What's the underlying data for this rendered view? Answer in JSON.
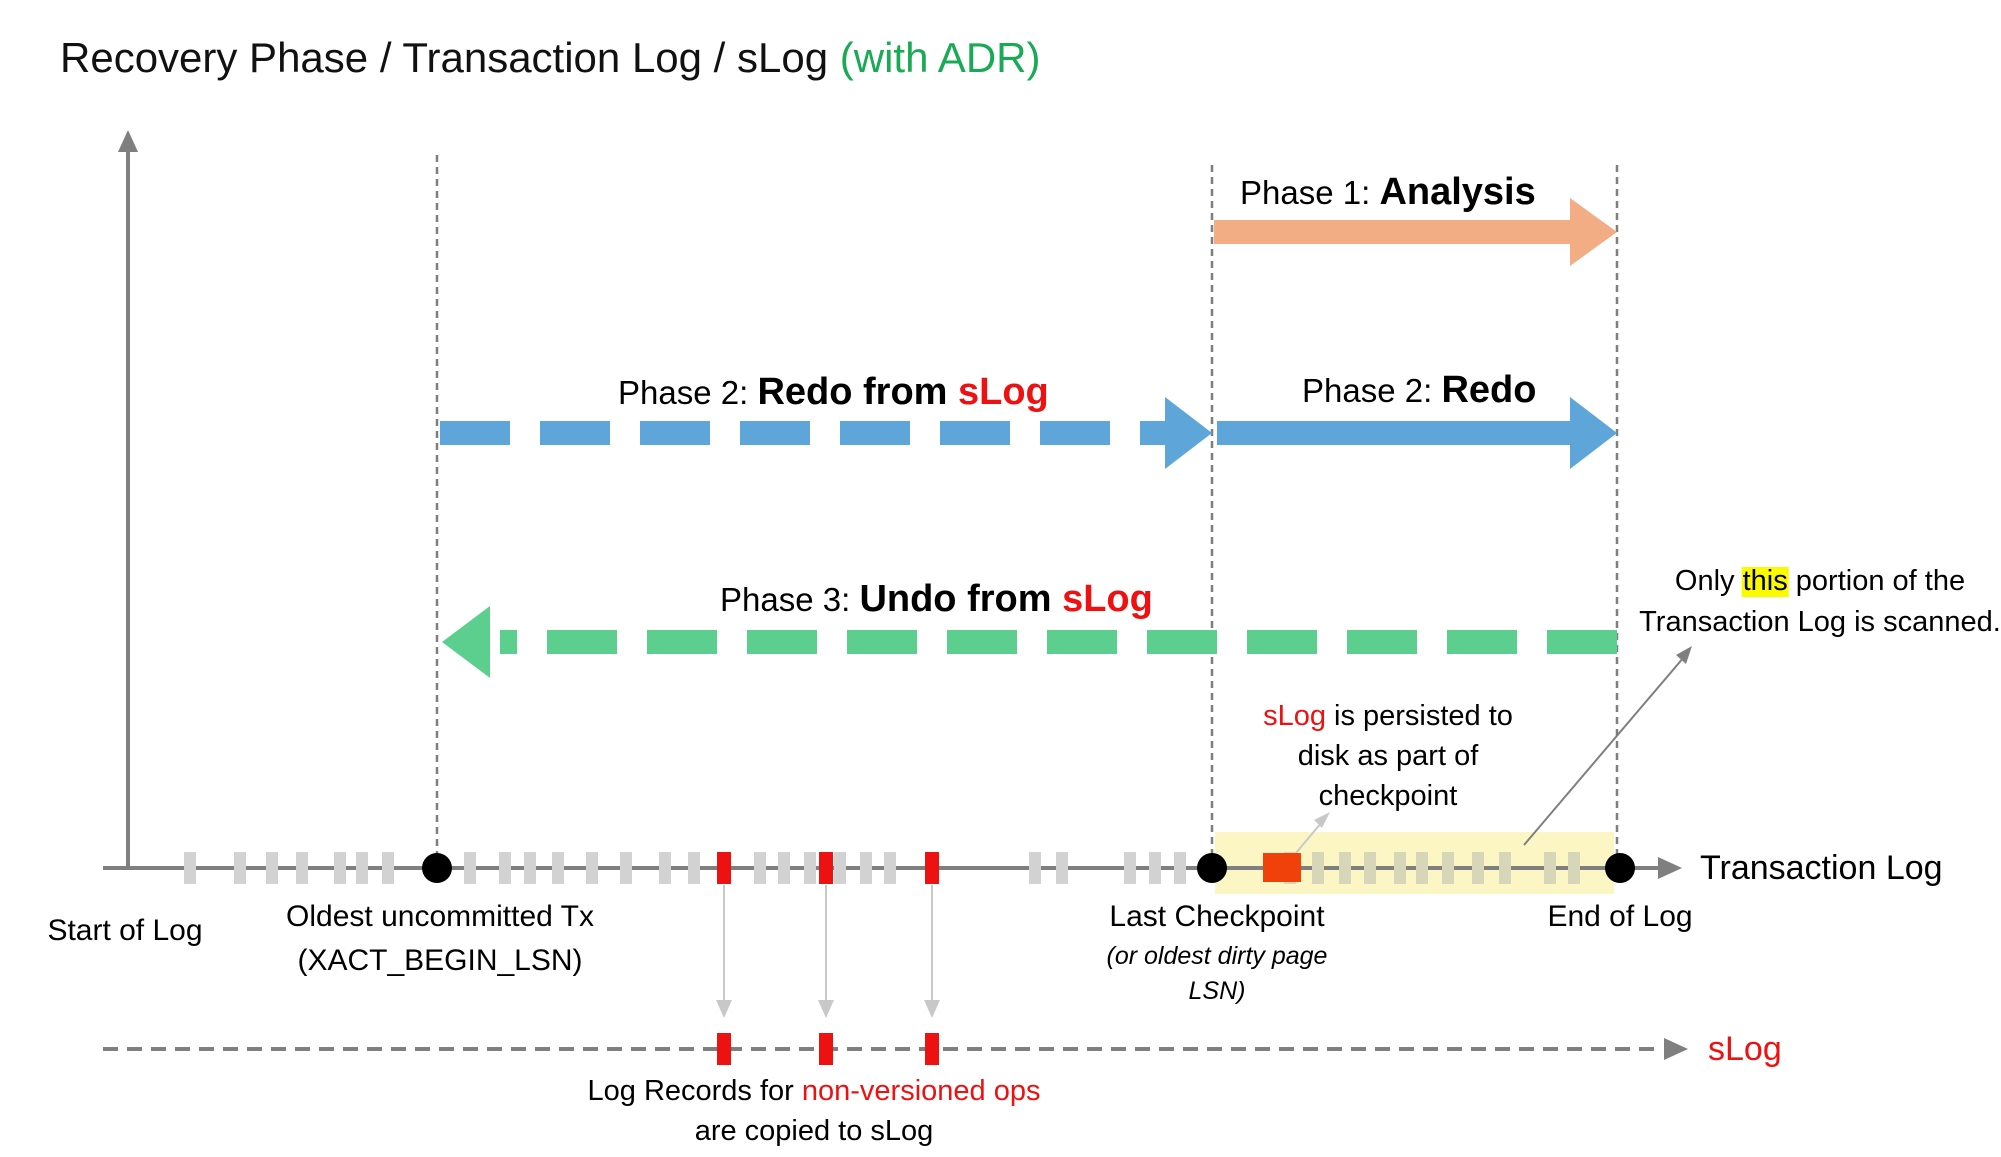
{
  "title": {
    "main": "Recovery Phase / Transaction Log / sLog ",
    "highlight": "(with ADR)",
    "highlight_color": "#1aaa55"
  },
  "phases": {
    "analysis": {
      "prefix": "Phase 1: ",
      "bold": "Analysis",
      "color": "#f2ad84"
    },
    "redo_slog": {
      "prefix": "Phase 2: ",
      "bold": "Redo from ",
      "red": "sLog",
      "color": "#5ea5da"
    },
    "redo": {
      "prefix": "Phase 2: ",
      "bold": "Redo",
      "color": "#5ea5da"
    },
    "undo_slog": {
      "prefix": "Phase 3: ",
      "bold": "Undo from ",
      "red": "sLog",
      "color": "#5ccf8f"
    }
  },
  "notes": {
    "scanned_line1_a": "Only ",
    "scanned_highlight": "this",
    "scanned_line1_b": " portion of the",
    "scanned_line2": "Transaction Log is scanned.",
    "persist_red": "sLog",
    "persist_line1_rest": " is persisted to",
    "persist_line2": "disk as part of",
    "persist_line3": "checkpoint",
    "copied_line1_a": "Log Records for ",
    "copied_line1_red": "non-versioned ops",
    "copied_line2": "are copied to sLog"
  },
  "axis": {
    "transaction_log": "Transaction Log",
    "slog": "sLog"
  },
  "markers": {
    "start": "Start of Log",
    "oldest_line1": "Oldest uncommitted Tx",
    "oldest_line2": "(XACT_BEGIN_LSN)",
    "checkpoint": "Last Checkpoint",
    "checkpoint_note_line1": "(or oldest dirty page",
    "checkpoint_note_line2": "LSN)",
    "end": "End of Log"
  },
  "colors": {
    "red": "#ee1111",
    "highlight_yellow": "#fafa00",
    "scan_region": "#fbf6c4",
    "grey_record": "#d2d2d2",
    "axis": "#7f7f7f"
  }
}
